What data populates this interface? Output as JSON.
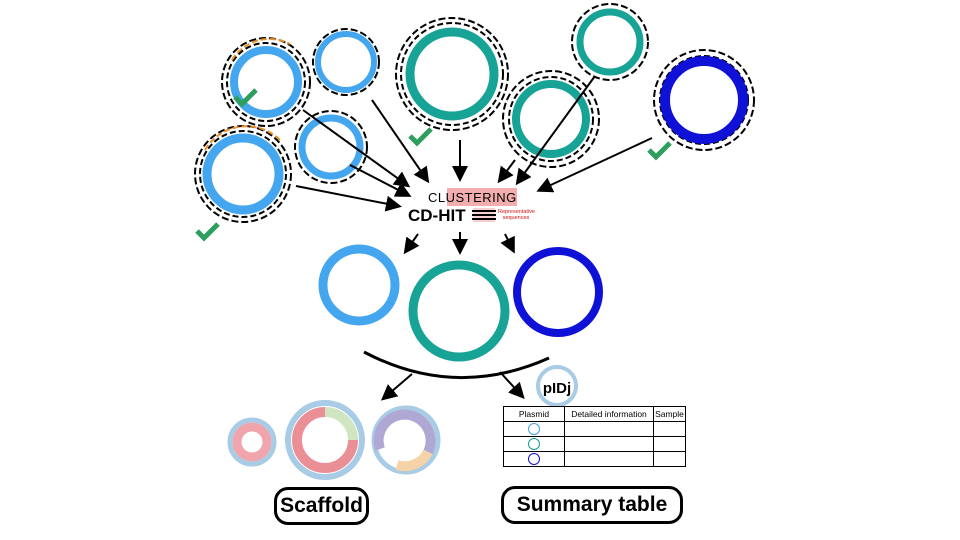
{
  "clustering": {
    "title": "CLUSTERING",
    "tool": "CD-HIT",
    "note": "Representative sequences"
  },
  "outputs": {
    "scaffold_label": "Scaffold",
    "summary_label": "Summary table"
  },
  "summary_table": {
    "headers": [
      "Plasmid",
      "Detailed information",
      "Sample"
    ],
    "rows": [
      {
        "ring_color": "#3fa0e8"
      },
      {
        "ring_color": "#1a9e90"
      },
      {
        "ring_color": "#1010c8"
      }
    ]
  },
  "logo_text": "pIDj",
  "colors": {
    "light_blue": "#44a6ee",
    "teal": "#17a396",
    "dark_blue": "#0f11d6",
    "check_green": "#2e9e5e",
    "highlight": "#f0a0a0"
  }
}
